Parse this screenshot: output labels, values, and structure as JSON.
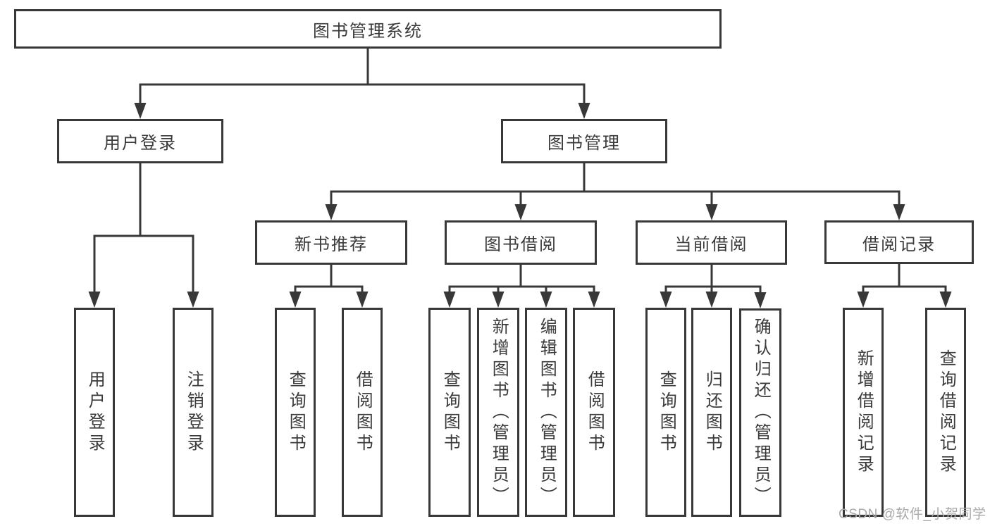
{
  "diagram": {
    "root": {
      "label": "图书管理系统"
    },
    "level2": [
      {
        "label": "用户登录"
      },
      {
        "label": "图书管理"
      }
    ],
    "level3": [
      {
        "label": "新书推荐"
      },
      {
        "label": "图书借阅"
      },
      {
        "label": "当前借阅"
      },
      {
        "label": "借阅记录"
      }
    ],
    "leaves": {
      "user_login": [
        {
          "label": "用户登录"
        },
        {
          "label": "注销登录"
        }
      ],
      "new_book_recommend": [
        {
          "label": "查询图书"
        },
        {
          "label": "借阅图书"
        }
      ],
      "book_borrow": [
        {
          "label": "查询图书"
        },
        {
          "label": "新增图书（管理员）"
        },
        {
          "label": "编辑图书（管理员）"
        },
        {
          "label": "借阅图书"
        }
      ],
      "current_borrow": [
        {
          "label": "查询图书"
        },
        {
          "label": "归还图书"
        },
        {
          "label": "确认归还（管理员）"
        }
      ],
      "borrow_records": [
        {
          "label": "新增借阅记录"
        },
        {
          "label": "查询借阅记录"
        }
      ]
    },
    "watermark": "CSDN @软件_小贺同学",
    "colors": {
      "line": "#383838",
      "text": "#3a3a3a",
      "background": "#ffffff",
      "watermark": "#a9a9a9"
    }
  }
}
